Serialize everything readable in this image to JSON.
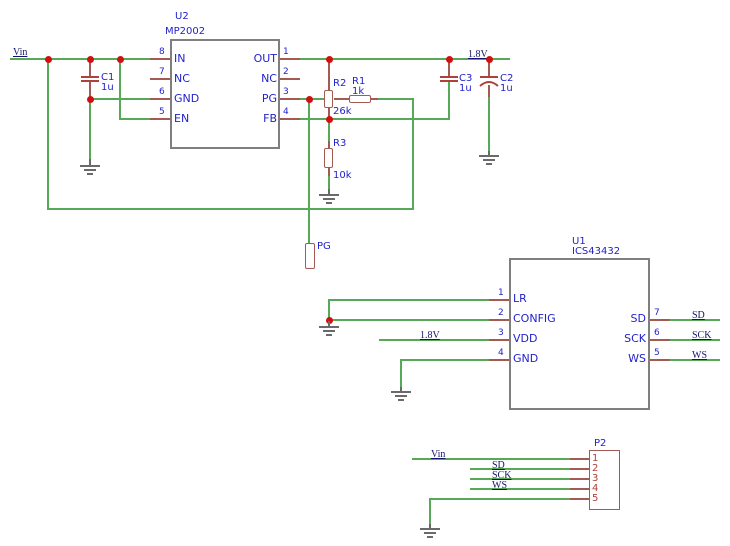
{
  "schematic": {
    "u2": {
      "ref": "U2",
      "part": "MP2002",
      "pins_left": [
        {
          "num": "8",
          "name": "IN"
        },
        {
          "num": "7",
          "name": "NC"
        },
        {
          "num": "6",
          "name": "GND"
        },
        {
          "num": "5",
          "name": "EN"
        }
      ],
      "pins_right": [
        {
          "num": "1",
          "name": "OUT"
        },
        {
          "num": "2",
          "name": "NC"
        },
        {
          "num": "3",
          "name": "PG"
        },
        {
          "num": "4",
          "name": "FB"
        }
      ]
    },
    "u1": {
      "ref": "U1",
      "part": "ICS43432",
      "pins_left": [
        {
          "num": "1",
          "name": "LR"
        },
        {
          "num": "2",
          "name": "CONFIG"
        },
        {
          "num": "3",
          "name": "VDD"
        },
        {
          "num": "4",
          "name": "GND"
        }
      ],
      "pins_right": [
        {
          "num": "7",
          "name": "SD"
        },
        {
          "num": "6",
          "name": "SCK"
        },
        {
          "num": "5",
          "name": "WS"
        }
      ]
    },
    "c1": {
      "ref": "C1",
      "value": "1u"
    },
    "c2": {
      "ref": "C2",
      "value": "1u"
    },
    "c3": {
      "ref": "C3",
      "value": "1u"
    },
    "r1": {
      "ref": "R1",
      "value": "1k"
    },
    "r2": {
      "ref": "R2",
      "value": "26k"
    },
    "r3": {
      "ref": "R3",
      "value": "10k"
    },
    "p2": {
      "ref": "P2",
      "pins": [
        "1",
        "2",
        "3",
        "4",
        "5"
      ]
    },
    "pg_pad": {
      "label": "PG"
    },
    "nets": {
      "vin_top": "Vin",
      "v18_top": "1.8V",
      "v18_vdd": "1.8V",
      "sd_u1": "SD",
      "sck_u1": "SCK",
      "ws_u1": "WS",
      "vin_p2": "Vin",
      "sd_p2": "SD",
      "sck_p2": "SCK",
      "ws_p2": "WS"
    },
    "colors": {
      "wire": "#57a857",
      "lead": "#a35a52",
      "component": "#b0413a",
      "dot": "#d01010",
      "label_blue": "#2222cc",
      "net_label": "#13136b",
      "ic_outline": "#7f7f7f",
      "ground": "#6a6a6a"
    }
  }
}
